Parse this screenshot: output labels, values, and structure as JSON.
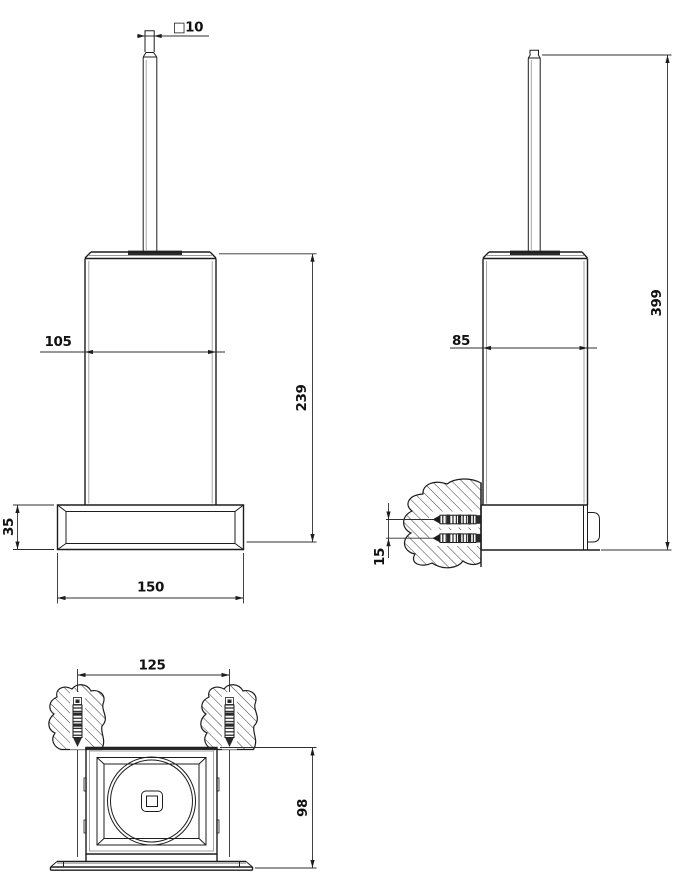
{
  "drawing": {
    "title": "wall-mounted toilet brush holder technical drawing",
    "dimensions": {
      "handle_section": "□10",
      "front_body_width": "105",
      "front_body_height": "239",
      "front_base_height": "35",
      "front_base_width": "150",
      "side_body_depth": "85",
      "side_total_height": "399",
      "side_screw_spacing": "15",
      "top_screw_spacing": "125",
      "top_total_depth": "98"
    },
    "colors": {
      "line": "#1d1d1d",
      "secondary_line": "#9b9b9b",
      "dimension": "#2f2f2f",
      "background": "#ffffff"
    }
  }
}
